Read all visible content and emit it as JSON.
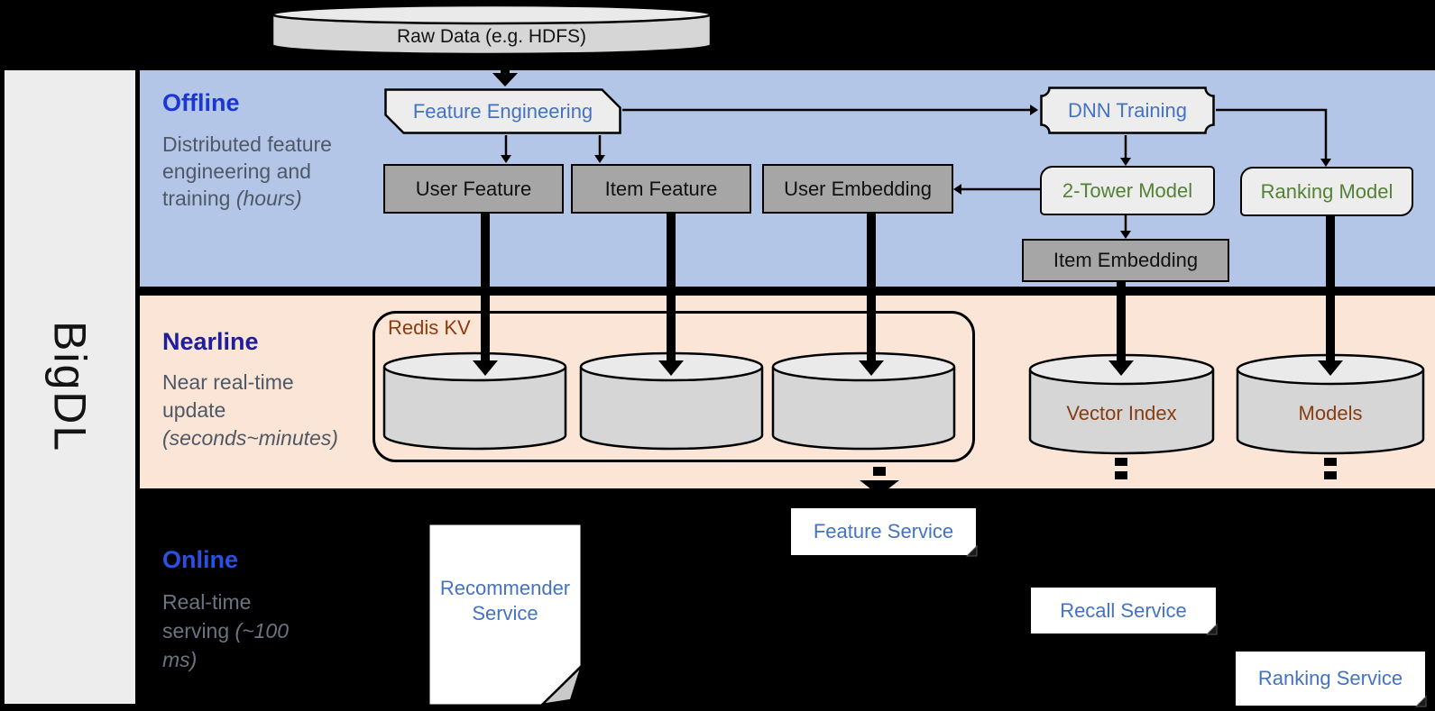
{
  "brand": {
    "name": "BigDL"
  },
  "raw_data": {
    "label": "Raw Data (e.g. HDFS)"
  },
  "bands": {
    "offline": {
      "title": "Offline",
      "desc": "Distributed feature engineering and training ",
      "desc_em": "(hours)"
    },
    "nearline": {
      "title": "Nearline",
      "desc": "Near real-time update ",
      "desc_em": "(seconds~minutes)"
    },
    "online": {
      "title": "Online",
      "desc": "Real-time serving ",
      "desc_em": "(~100 ms)"
    }
  },
  "nodes": {
    "feature_engineering": "Feature Engineering",
    "dnn_training": "DNN Training",
    "user_feature": "User Feature",
    "item_feature": "Item Feature",
    "user_embedding": "User Embedding",
    "two_tower_model": "2-Tower Model",
    "ranking_model": "Ranking Model",
    "item_embedding": "Item Embedding",
    "redis_kv": "Redis KV",
    "vector_index": "Vector Index",
    "models": "Models",
    "recommender_service": "Recommender Service",
    "feature_service": "Feature Service",
    "recall_service": "Recall Service",
    "ranking_service": "Ranking Service"
  },
  "colors": {
    "canvas_bg": "#000000",
    "sidebar_bg": "#ededed",
    "offline_bg": "#b3c6e7",
    "nearline_bg": "#fbe5d6",
    "band_title_offline": "#1b35d6",
    "band_title_nearline": "#1e1e9e",
    "band_title_online": "#2950e2",
    "subtitle_gray": "#4f5866",
    "subtitle_gray_online": "#6b7480",
    "node_blue": "#4472c4",
    "node_green": "#538135",
    "node_brown": "#8a3c10",
    "graybox_bg": "#a6a6a6",
    "lightbox_bg": "#ededed",
    "cyl_body": "#d6d6d6",
    "cyl_top": "#eaeaea",
    "white_box": "#ffffff",
    "arrow_black": "#000000",
    "text_dark": "#141414"
  }
}
